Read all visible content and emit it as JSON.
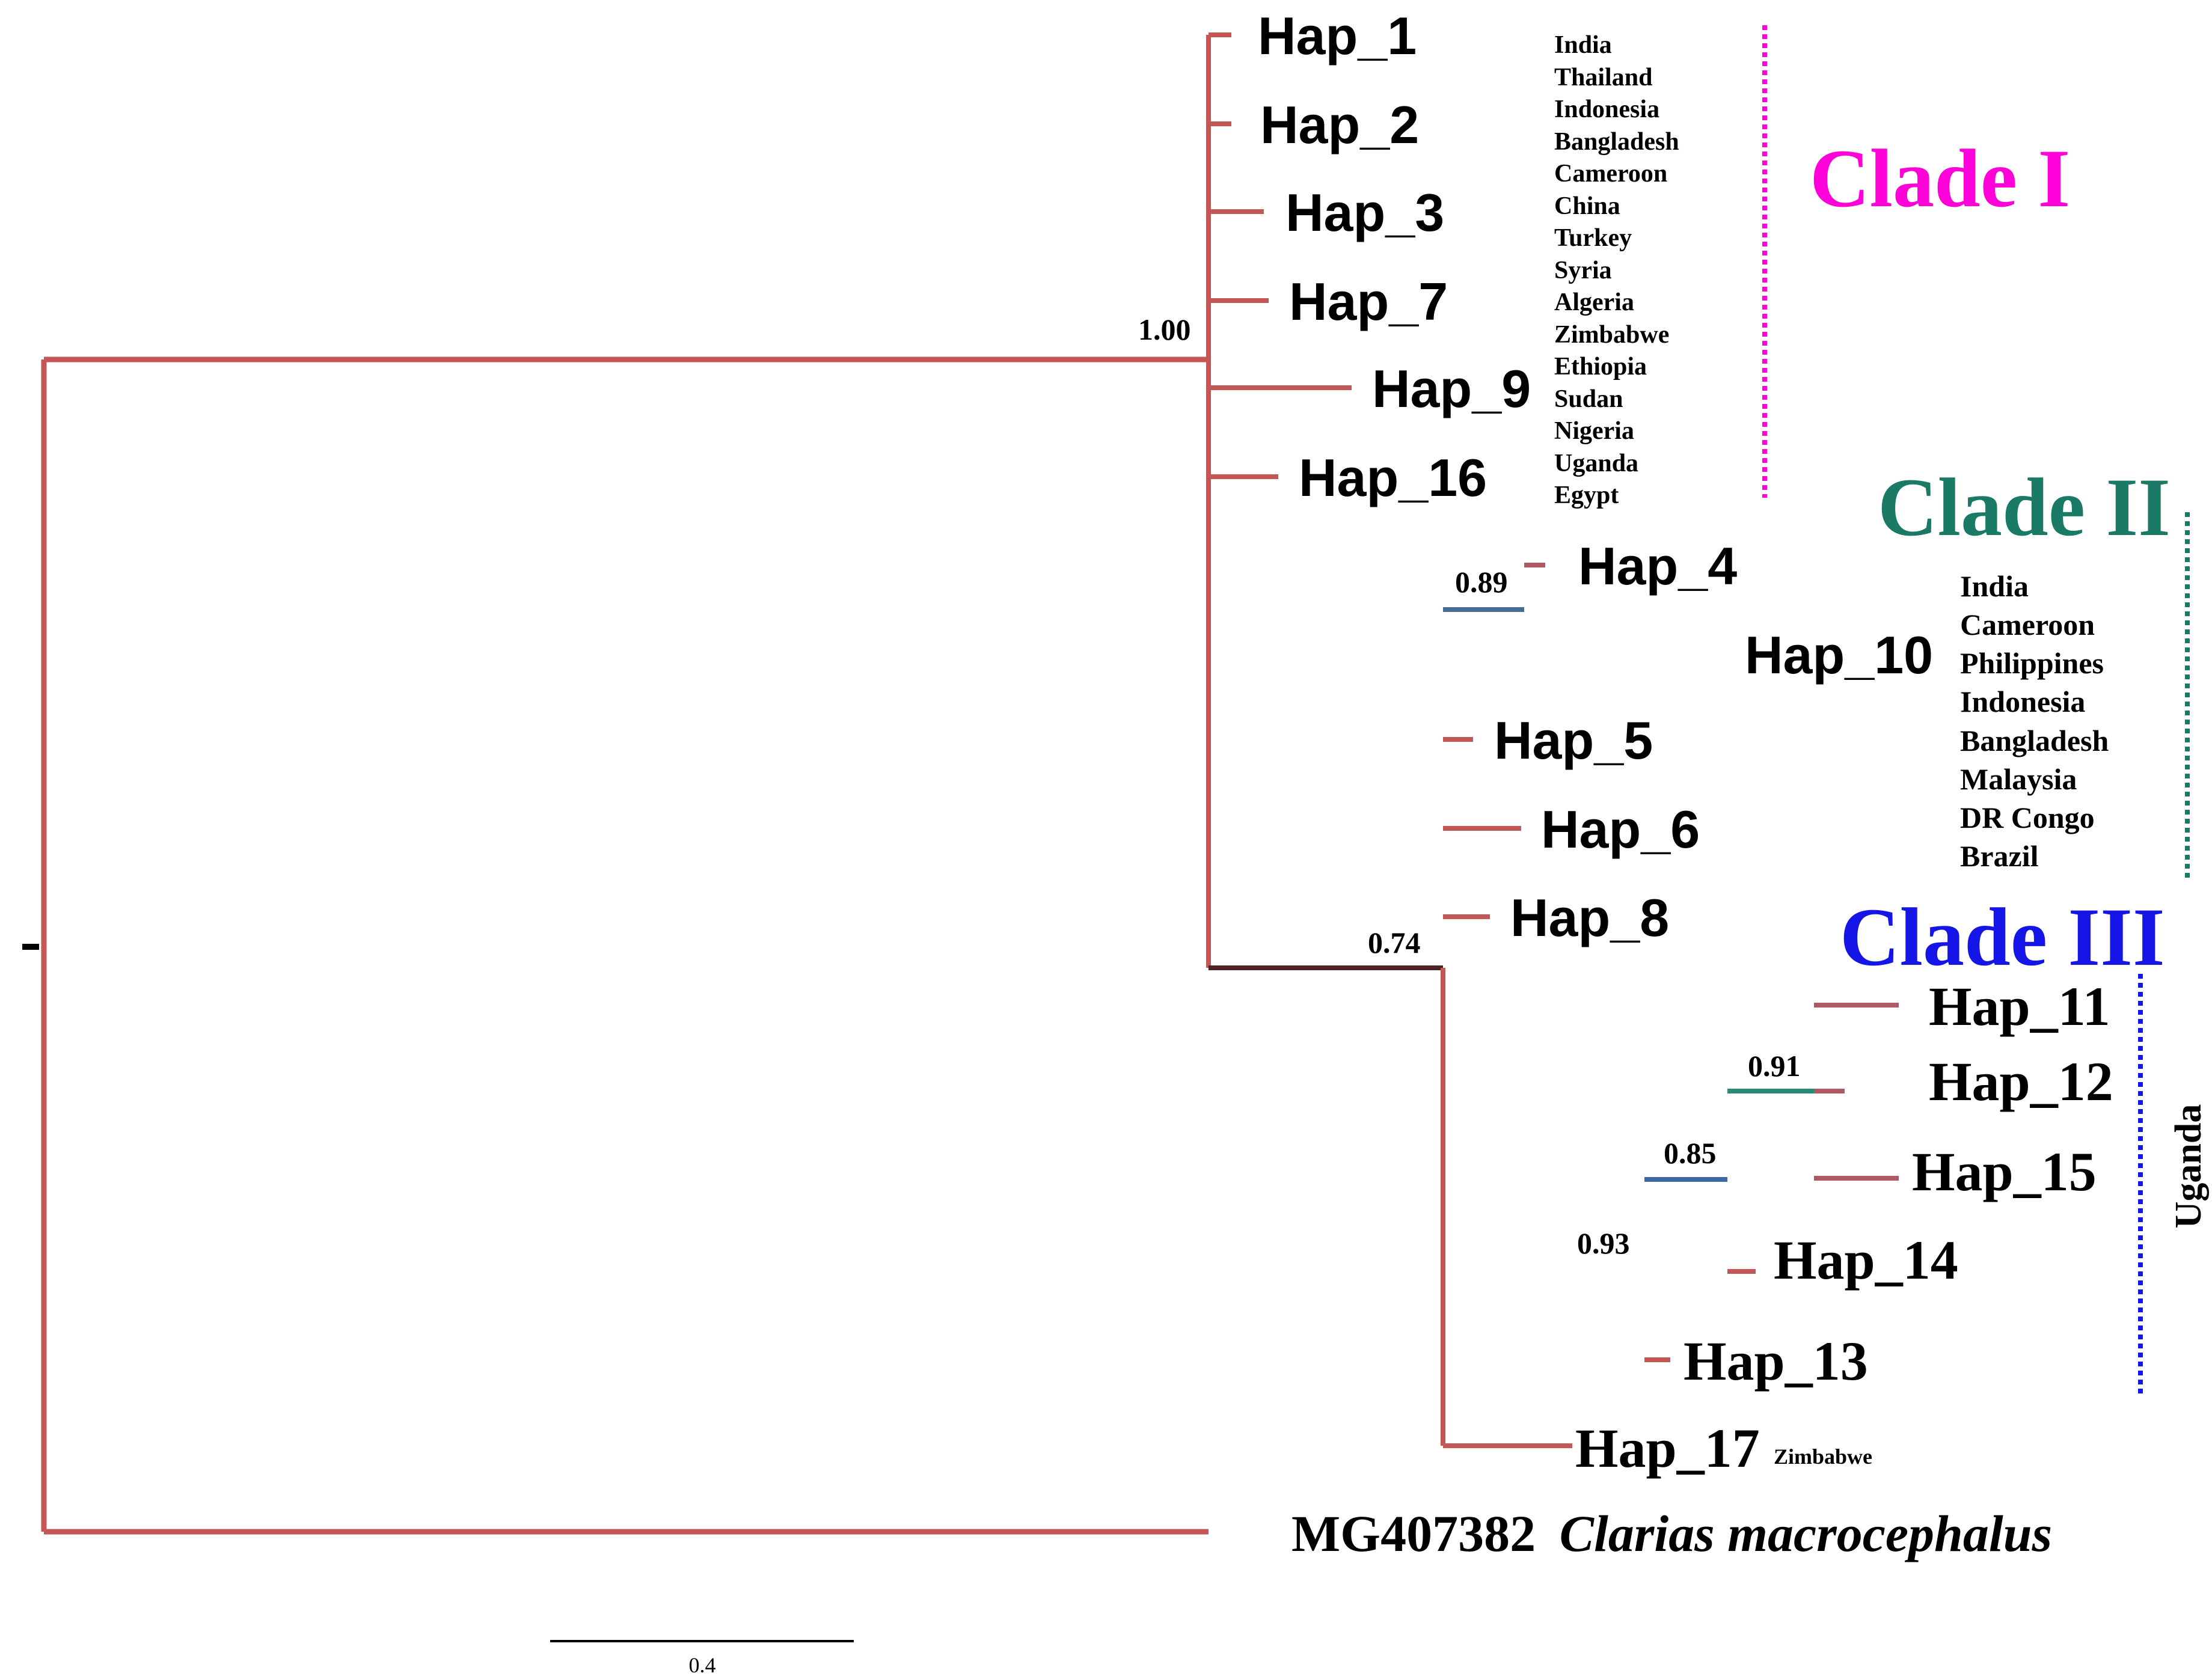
{
  "haplotypes": {
    "hap1": "Hap_1",
    "hap2": "Hap_2",
    "hap3": "Hap_3",
    "hap7": "Hap_7",
    "hap9": "Hap_9",
    "hap16": "Hap_16",
    "hap4": "Hap_4",
    "hap10": "Hap_10",
    "hap5": "Hap_5",
    "hap6": "Hap_6",
    "hap8": "Hap_8",
    "hap11": "Hap_11",
    "hap12": "Hap_12",
    "hap15": "Hap_15",
    "hap14": "Hap_14",
    "hap13": "Hap_13",
    "hap17": "Hap_17"
  },
  "support": {
    "n100": "1.00",
    "n089": "0.89",
    "n074": "0.74",
    "n091": "0.91",
    "n085": "0.85",
    "n093": "0.93"
  },
  "clade1": {
    "label": "Clade I",
    "color": "#ff00d8",
    "countries": [
      "India",
      "Thailand",
      "Indonesia",
      "Bangladesh",
      "Cameroon",
      "China",
      "Turkey",
      "Syria",
      "Algeria",
      "Zimbabwe",
      "Ethiopia",
      "Sudan",
      "Nigeria",
      "Uganda",
      "Egypt"
    ]
  },
  "clade2": {
    "label": "Clade II",
    "color": "#1a7a66",
    "countries": [
      "India",
      "Cameroon",
      "Philippines",
      "Indonesia",
      "Bangladesh",
      "Malaysia",
      "DR Congo",
      "Brazil"
    ]
  },
  "clade3": {
    "label": "Clade III",
    "color": "#1515e8",
    "region": "Uganda"
  },
  "hap17_country": "Zimbabwe",
  "outgroup": {
    "accession": "MG407382",
    "species": "Clarias macrocephalus"
  },
  "scale_bar": {
    "label": "0.4"
  },
  "colors": {
    "branch": "#c45656",
    "dark": "#4a2222",
    "blue": "#4a6a96",
    "purple": "#6040a0",
    "teal": "#2a8a78"
  }
}
